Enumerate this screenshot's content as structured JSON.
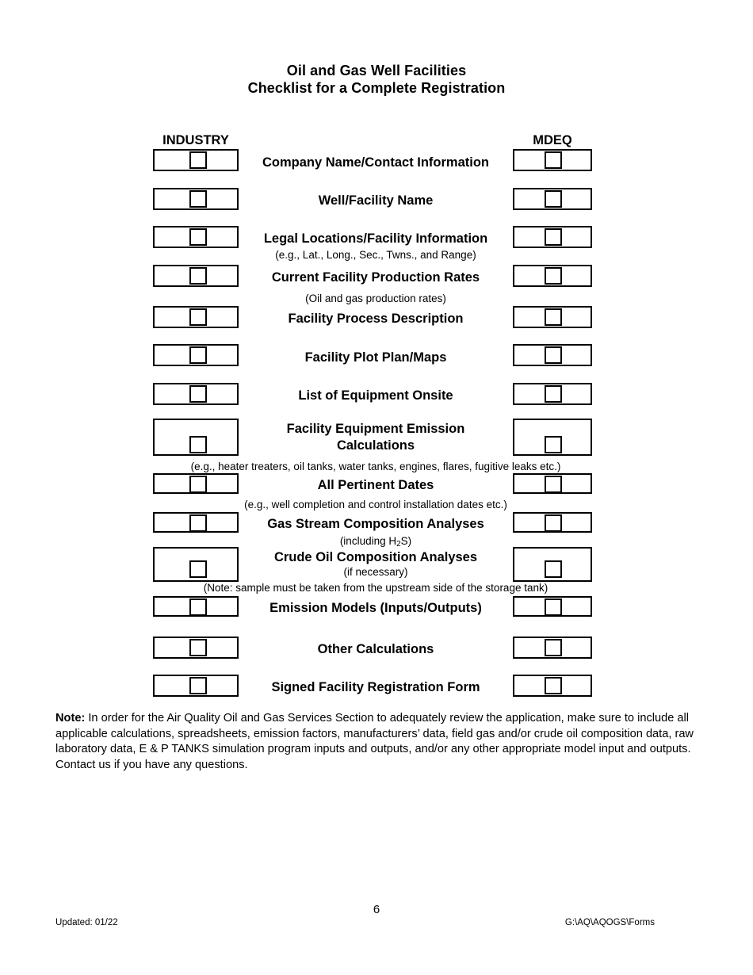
{
  "document": {
    "title_lines": [
      "Oil and Gas Well Facilities",
      "Checklist for a Complete Registration"
    ]
  },
  "columns": {
    "industry_header": "INDUSTRY",
    "mdeq_header": "MDEQ"
  },
  "checklist": {
    "items": [
      {
        "label": "Company Name/Contact Information",
        "industry_checked": false,
        "mdeq_checked": false
      },
      {
        "label": "Well/Facility Name",
        "industry_checked": false,
        "mdeq_checked": false
      },
      {
        "label": "Legal Locations/Facility Information",
        "industry_checked": false,
        "mdeq_checked": false
      },
      {
        "label": "Current Facility Production Rates",
        "industry_checked": false,
        "mdeq_checked": false
      },
      {
        "label": "Facility Process Description",
        "industry_checked": false,
        "mdeq_checked": false
      },
      {
        "label": "Facility Plot Plan/Maps",
        "industry_checked": false,
        "mdeq_checked": false
      },
      {
        "label": "List of Equipment Onsite",
        "industry_checked": false,
        "mdeq_checked": false
      },
      {
        "label_line1": "Facility Equipment Emission",
        "label_line2": "Calculations",
        "industry_checked": false,
        "mdeq_checked": false
      },
      {
        "label": "All Pertinent Dates",
        "industry_checked": false,
        "mdeq_checked": false
      },
      {
        "label": "Gas Stream Composition Analyses",
        "industry_checked": false,
        "mdeq_checked": false
      },
      {
        "label": "Crude Oil Composition Analyses",
        "industry_checked": false,
        "mdeq_checked": false
      },
      {
        "label": "Emission Models (Inputs/Outputs)",
        "industry_checked": false,
        "mdeq_checked": false
      },
      {
        "label": "Other Calculations",
        "industry_checked": false,
        "mdeq_checked": false
      },
      {
        "label": "Signed Facility Registration Form",
        "industry_checked": false,
        "mdeq_checked": false
      }
    ],
    "captions": {
      "legal_locations": "(e.g., Lat., Long., Sec., Twns., and Range)",
      "production_rates": "(Oil and gas production rates)",
      "equipment_emissions": "(e.g., heater treaters, oil tanks, water tanks, engines, flares, fugitive leaks etc.)",
      "pertinent_dates": "(e.g., well completion and control installation dates etc.)",
      "gas_stream_pre": "(including H",
      "gas_stream_sub": "2",
      "gas_stream_post": "S)",
      "crude_oil": "(if necessary)",
      "storage_tank": "(Note: sample must be taken from the upstream side of the storage tank)"
    }
  },
  "note": {
    "lead": "Note:",
    "body": "  In order for the Air Quality Oil and Gas Services Section to adequately review the application, make sure to include all applicable calculations, spreadsheets, emission factors, manufacturers’ data, field gas and/or crude oil composition data, raw laboratory data, E & P TANKS simulation program inputs and outputs, and/or any other appropriate model input and outputs.  Contact us if you have any questions."
  },
  "footer": {
    "page_number": "6",
    "updated": "Updated: 01/22",
    "path": "G:\\AQ\\AQOGS\\Forms"
  },
  "colors": {
    "ink": "#000000",
    "paper": "#ffffff"
  }
}
